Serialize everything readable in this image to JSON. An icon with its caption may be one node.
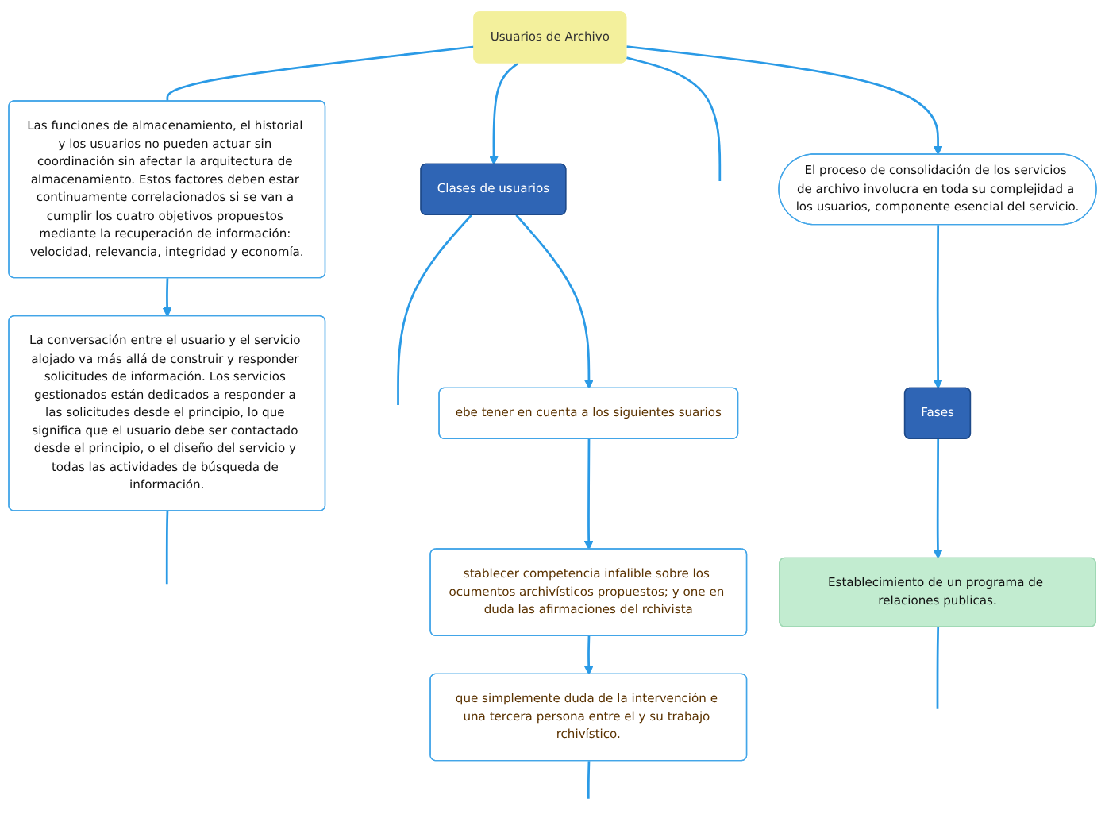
{
  "diagram": {
    "nodes": [
      {
        "text": [
          "Usuarios de Archivo"
        ]
      },
      {
        "text": [
          "Las funciones de almacenamiento, el historial y los usuarios no pueden actuar sin coordinación sin afectar la arquitectura de almacenamiento. Estos factores deben estar continuamente correlacionados si se van a cumplir los cuatro objetivos propuestos mediante la recuperación de información: velocidad, relevancia, integridad y economía."
        ]
      },
      {
        "text": [
          "La conversación entre el usuario y el servicio alojado va más allá de construir y responder solicitudes de información. Los servicios gestionados están dedicados a responder a las solicitudes desde el principio, lo que significa que el usuario debe ser contactado desde el principio, o el diseño del servicio y todas las actividades de búsqueda de información."
        ]
      },
      {
        "text": [
          "Clases de usuarios"
        ]
      },
      {
        "text": [
          "ebe tener en cuenta a los siguientes suarios"
        ]
      },
      {
        "text": [
          "stablecer competencia infalible sobre los ocumentos archivísticos propuestos; y one en duda las afirmaciones del rchivista"
        ]
      },
      {
        "text": [
          "que simplemente duda de la intervención e una tercera persona entre el y su trabajo rchivístico."
        ]
      },
      {
        "text": [
          "El proceso de consolidación de los servicios de archivo involucra en toda su complejidad a los usuarios, componente esencial del servicio."
        ]
      },
      {
        "text": [
          "Fases"
        ]
      },
      {
        "text": [
          "Establecimiento de un programa de relaciones publicas."
        ]
      }
    ],
    "edges": [
      {
        "from": 0,
        "to": 1,
        "arrow": "none"
      },
      {
        "from": 1,
        "to": 2,
        "arrow": "to"
      },
      {
        "from": 2,
        "to": null,
        "arrow": "none"
      },
      {
        "from": 0,
        "to": 3,
        "arrow": "to"
      },
      {
        "from": 3,
        "to": null,
        "arrow": "none"
      },
      {
        "from": 0,
        "to": null,
        "arrow": "none"
      },
      {
        "from": 3,
        "to": 4,
        "arrow": "to"
      },
      {
        "from": 4,
        "to": 5,
        "arrow": "to"
      },
      {
        "from": 5,
        "to": 6,
        "arrow": "to"
      },
      {
        "from": 6,
        "to": null,
        "arrow": "none"
      },
      {
        "from": 0,
        "to": 7,
        "arrow": "to"
      },
      {
        "from": 7,
        "to": 8,
        "arrow": "to"
      },
      {
        "from": 8,
        "to": 9,
        "arrow": "to"
      },
      {
        "from": 9,
        "to": null,
        "arrow": "none"
      }
    ]
  }
}
